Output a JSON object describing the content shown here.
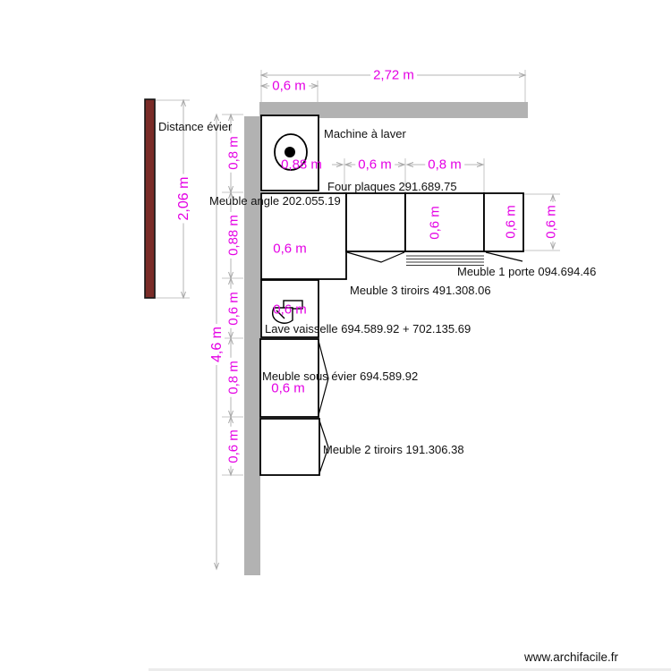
{
  "credit": "www.archifacile.fr",
  "annotations": {
    "distance_evier": "Distance évier",
    "machine_a_laver": "Machine à laver",
    "four_plaques": "Four plaques 291.689.75",
    "meuble_angle": "Meuble angle 202.055.19",
    "meuble_1_porte": "Meuble 1 porte 094.694.46",
    "meuble_3_tiroirs": "Meuble 3 tiroirs 491.308.06",
    "lave_vaisselle": "Lave vaisselle 694.589.92 + 702.135.69",
    "meuble_sous_evier": "Meuble sous évier 694.589.92",
    "meuble_2_tiroirs": "Meuble 2 tiroirs 191.306.38"
  },
  "dimensions": {
    "top_total": "2,72 m",
    "top_washer": "0,6 m",
    "width_angle": "0,88 m",
    "width_plaques": "0,6 m",
    "width_tiroirs3": "0,8 m",
    "left_distance_evier": "2,06 m",
    "left_total": "4,6 m",
    "seg_washer": "0,8 m",
    "seg_angle": "0,88 m",
    "seg_lave_vaisselle": "0,6 m",
    "seg_sous_evier": "0,8 m",
    "seg_tiroirs2": "0,6 m",
    "inner_angle": "0,6 m",
    "inner_lave_vaisselle": "0,6 m",
    "inner_sous_evier": "0,6 m",
    "depth_tiroirs3": "0,6 m",
    "depth_porte1": "0,6 m",
    "depth_row": "0,6 m"
  },
  "colors": {
    "dimension_text": "#e400e4",
    "wall": "#b2b2b2",
    "red_element": "#7a2c28"
  }
}
